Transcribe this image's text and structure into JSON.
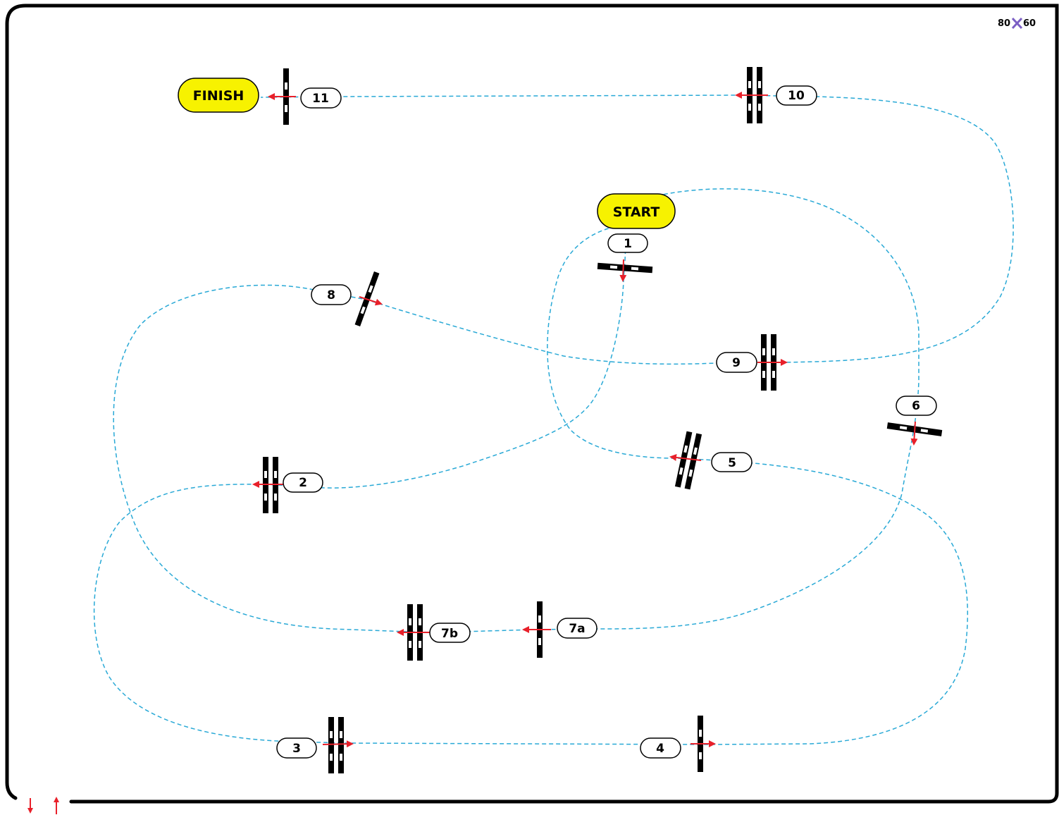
{
  "arena": {
    "size_label_width": "80",
    "size_label_height": "60"
  },
  "start_label": "START",
  "finish_label": "FINISH",
  "obstacles": [
    {
      "id": "1",
      "label": "1"
    },
    {
      "id": "2",
      "label": "2"
    },
    {
      "id": "3",
      "label": "3"
    },
    {
      "id": "4",
      "label": "4"
    },
    {
      "id": "5",
      "label": "5"
    },
    {
      "id": "6",
      "label": "6"
    },
    {
      "id": "7a",
      "label": "7a"
    },
    {
      "id": "7b",
      "label": "7b"
    },
    {
      "id": "8",
      "label": "8"
    },
    {
      "id": "9",
      "label": "9"
    },
    {
      "id": "10",
      "label": "10"
    },
    {
      "id": "11",
      "label": "11"
    }
  ],
  "colors": {
    "path": "#29a9d6",
    "arrow": "#e8202a",
    "start_finish_fill": "#f7f200",
    "fence": "#000000",
    "arena_border": "#000000",
    "cross_icon": "#7b5fc4"
  },
  "icons": {
    "gate": "red-arrow-down-icon",
    "exit": "red-arrow-up-icon",
    "dimension_separator": "x-cross-icon"
  }
}
